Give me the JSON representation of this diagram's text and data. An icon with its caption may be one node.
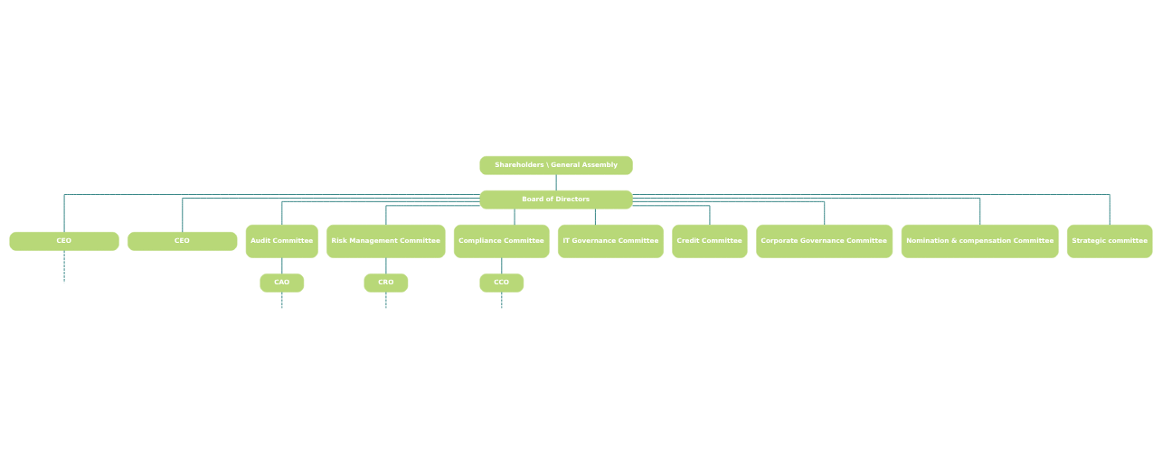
{
  "diagram": {
    "nodes": [
      {
        "text": [
          "Shareholders \\ General Assembly"
        ]
      },
      {
        "text": [
          "Board of Directors"
        ]
      },
      {
        "text": [
          "CEO"
        ]
      },
      {
        "text": [
          "CEO"
        ]
      },
      {
        "text": [
          "Audit Committee"
        ]
      },
      {
        "text": [
          "Risk Management Committee"
        ]
      },
      {
        "text": [
          "Compliance Committee"
        ]
      },
      {
        "text": [
          "IT Governance Committee"
        ]
      },
      {
        "text": [
          "Credit Committee"
        ]
      },
      {
        "text": [
          "Corporate Governance Committee"
        ]
      },
      {
        "text": [
          "Nomination & compensation Committee"
        ]
      },
      {
        "text": [
          "Strategic committee"
        ]
      },
      {
        "text": [
          "CAO"
        ]
      },
      {
        "text": [
          "CRO"
        ]
      },
      {
        "text": [
          "CCO"
        ]
      }
    ],
    "edges": [
      {
        "from": 0,
        "to": 1,
        "arrow": "none"
      },
      {
        "from": 1,
        "to": 2,
        "arrow": "none"
      },
      {
        "from": 1,
        "to": 3,
        "arrow": "none"
      },
      {
        "from": 1,
        "to": 4,
        "arrow": "none"
      },
      {
        "from": 1,
        "to": 5,
        "arrow": "none"
      },
      {
        "from": 1,
        "to": 6,
        "arrow": "none"
      },
      {
        "from": 1,
        "to": 7,
        "arrow": "none"
      },
      {
        "from": 1,
        "to": 8,
        "arrow": "none"
      },
      {
        "from": 1,
        "to": 9,
        "arrow": "none"
      },
      {
        "from": 1,
        "to": 10,
        "arrow": "none"
      },
      {
        "from": 1,
        "to": 11,
        "arrow": "none"
      },
      {
        "from": 4,
        "to": 12,
        "arrow": "none"
      },
      {
        "from": 5,
        "to": 13,
        "arrow": "none"
      },
      {
        "from": 6,
        "to": 14,
        "arrow": "none"
      },
      {
        "from": 2,
        "to": null,
        "arrow": "none",
        "style": "dashed"
      },
      {
        "from": 12,
        "to": null,
        "arrow": "none",
        "style": "dashed"
      },
      {
        "from": 13,
        "to": null,
        "arrow": "none",
        "style": "dashed"
      },
      {
        "from": 14,
        "to": null,
        "arrow": "none",
        "style": "dashed"
      }
    ]
  }
}
